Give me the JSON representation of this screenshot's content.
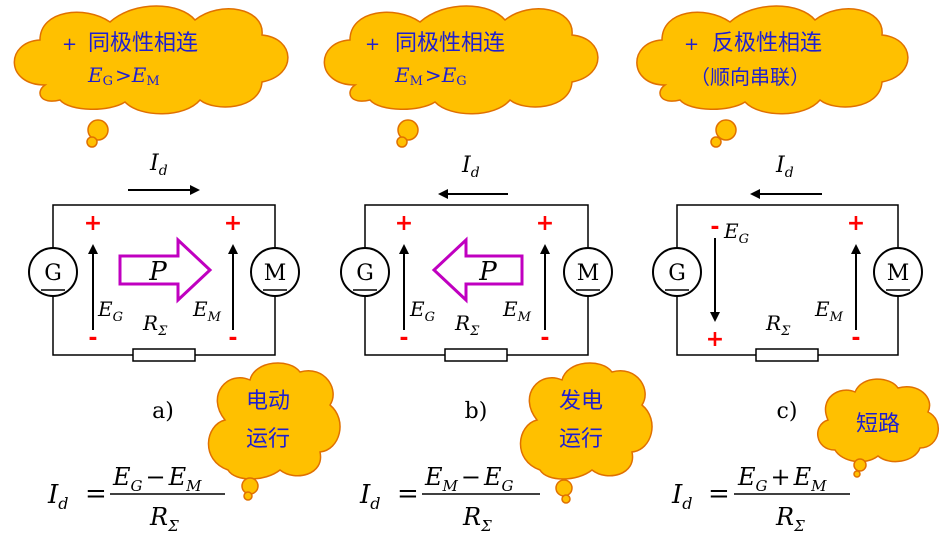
{
  "colors": {
    "cloud_fill": "#ffc000",
    "cloud_edge": "#e07000",
    "cloud_text": "#1f1fd0",
    "plus_minus": "#ff0000",
    "power_arrow": "#c000c0",
    "wire": "#000000"
  },
  "panels": [
    {
      "cloud_title": "同极性相连",
      "condition": {
        "lhs_main": "E",
        "lhs_sub": "G",
        "op": ">",
        "rhs_main": "E",
        "rhs_sub": "M"
      },
      "current": {
        "main": "I",
        "sub": "d"
      },
      "gen": {
        "label": "G",
        "emf_main": "E",
        "emf_sub": "G",
        "top_sign": "+",
        "bottom_sign": "-"
      },
      "motor": {
        "label": "M",
        "emf_main": "E",
        "emf_sub": "M",
        "top_sign": "+",
        "bottom_sign": "-"
      },
      "resistor": {
        "main": "R",
        "sub": "Σ"
      },
      "power": "P",
      "caption": "a)",
      "mode_line1": "电动",
      "mode_line2": "运行",
      "formula": {
        "lhs_main": "I",
        "lhs_sub": "d",
        "eq": "=",
        "num_a_main": "E",
        "num_a_sub": "G",
        "num_op": "−",
        "num_b_main": "E",
        "num_b_sub": "M",
        "den_main": "R",
        "den_sub": "Σ"
      }
    },
    {
      "cloud_title": "同极性相连",
      "condition": {
        "lhs_main": "E",
        "lhs_sub": "M",
        "op": ">",
        "rhs_main": "E",
        "rhs_sub": "G"
      },
      "current": {
        "main": "I",
        "sub": "d"
      },
      "gen": {
        "label": "G",
        "emf_main": "E",
        "emf_sub": "G",
        "top_sign": "+",
        "bottom_sign": "-"
      },
      "motor": {
        "label": "M",
        "emf_main": "E",
        "emf_sub": "M",
        "top_sign": "+",
        "bottom_sign": "-"
      },
      "resistor": {
        "main": "R",
        "sub": "Σ"
      },
      "power": "P",
      "caption": "b)",
      "mode_line1": "发电",
      "mode_line2": "运行",
      "formula": {
        "lhs_main": "I",
        "lhs_sub": "d",
        "eq": "=",
        "num_a_main": "E",
        "num_a_sub": "M",
        "num_op": "−",
        "num_b_main": "E",
        "num_b_sub": "G",
        "den_main": "R",
        "den_sub": "Σ"
      }
    },
    {
      "cloud_title": "反极性相连",
      "cloud_line2": "（顺向串联）",
      "current": {
        "main": "I",
        "sub": "d"
      },
      "gen": {
        "label": "G",
        "emf_main": "E",
        "emf_sub": "G",
        "top_sign": "-",
        "bottom_sign": "+"
      },
      "motor": {
        "label": "M",
        "emf_main": "E",
        "emf_sub": "M",
        "top_sign": "+",
        "bottom_sign": "-"
      },
      "resistor": {
        "main": "R",
        "sub": "Σ"
      },
      "caption": "c)",
      "mode_line1": "短路",
      "formula": {
        "lhs_main": "I",
        "lhs_sub": "d",
        "eq": "=",
        "num_a_main": "E",
        "num_a_sub": "G",
        "num_op": "+",
        "num_b_main": "E",
        "num_b_sub": "M",
        "den_main": "R",
        "den_sub": "Σ"
      }
    }
  ]
}
